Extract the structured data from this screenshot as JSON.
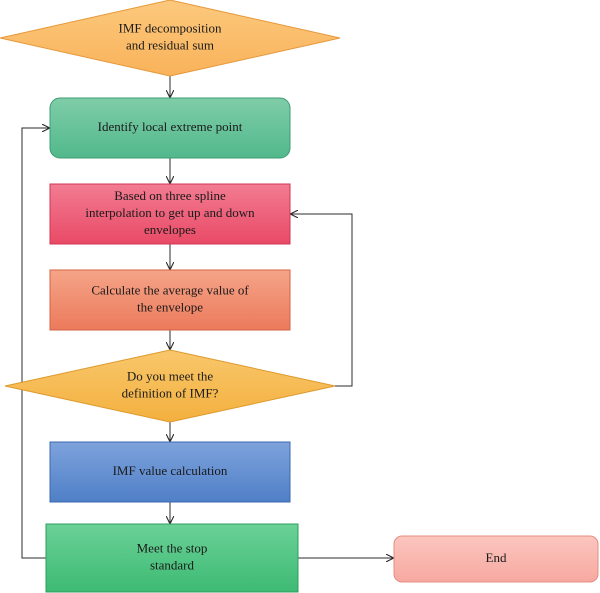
{
  "diagram": {
    "nodes": [
      {
        "id": "imf_decomposition",
        "shape": "diamond",
        "lines": [
          "IMF decomposition",
          "and residual sum"
        ],
        "fill": "#f9b25a",
        "fill_light": "#fcc97d",
        "stroke": "#e6983a"
      },
      {
        "id": "identify_extreme",
        "shape": "rounded-rect",
        "lines": [
          "Identify local extreme point"
        ],
        "fill": "#52b88c",
        "fill_light": "#7fcda8",
        "stroke": "#3d9c72"
      },
      {
        "id": "spline_interpolation",
        "shape": "rect",
        "lines": [
          "Based on three spline",
          "interpolation to get up and down",
          "envelopes"
        ],
        "fill": "#e94a66",
        "fill_light": "#f27c92",
        "stroke": "#cf3552"
      },
      {
        "id": "average_value",
        "shape": "rect",
        "lines": [
          "Calculate the average value of",
          "the envelope"
        ],
        "fill": "#ec7a5c",
        "fill_light": "#f5a488",
        "stroke": "#d46245"
      },
      {
        "id": "imf_definition",
        "shape": "diamond",
        "lines": [
          "Do you meet the",
          "definition of IMF?"
        ],
        "fill": "#f4b03f",
        "fill_light": "#f8c76b",
        "stroke": "#dd9a2c"
      },
      {
        "id": "imf_value",
        "shape": "rect",
        "lines": [
          "IMF value calculation"
        ],
        "fill": "#4f7fc7",
        "fill_light": "#7ea3dc",
        "stroke": "#3b68ae"
      },
      {
        "id": "stop_standard",
        "shape": "rect",
        "lines": [
          "Meet the stop",
          "standard"
        ],
        "fill": "#3dba73",
        "fill_light": "#6bd197",
        "stroke": "#2d9e5e"
      },
      {
        "id": "end",
        "shape": "rounded-rect",
        "lines": [
          "End"
        ],
        "fill": "#f7a9a0",
        "fill_light": "#fbc6bf",
        "stroke": "#e58d83"
      }
    ],
    "edges": [
      {
        "from": "imf_decomposition",
        "to": "identify_extreme"
      },
      {
        "from": "identify_extreme",
        "to": "spline_interpolation"
      },
      {
        "from": "spline_interpolation",
        "to": "average_value"
      },
      {
        "from": "average_value",
        "to": "imf_definition"
      },
      {
        "from": "imf_definition",
        "to": "imf_value"
      },
      {
        "from": "imf_definition",
        "to": "spline_interpolation"
      },
      {
        "from": "imf_value",
        "to": "stop_standard"
      },
      {
        "from": "stop_standard",
        "to": "end"
      },
      {
        "from": "stop_standard",
        "to": "identify_extreme"
      }
    ],
    "edge_color": "#2b2b2b"
  }
}
